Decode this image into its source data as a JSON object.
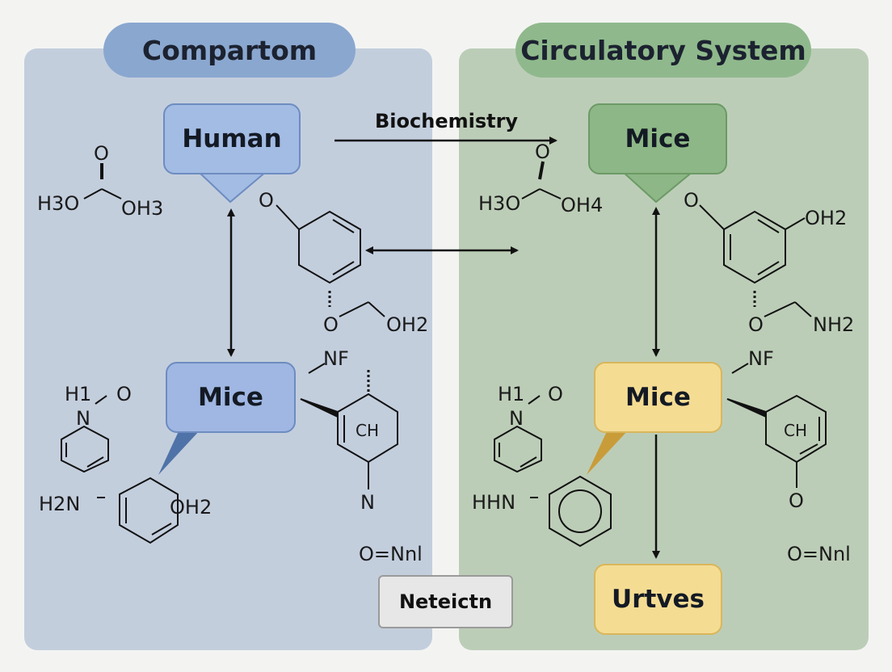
{
  "compartments": {
    "left": {
      "title": "Compartom",
      "color": "#c3cedd",
      "header_color": "#8aa7cf"
    },
    "right": {
      "title": "Circulatory System",
      "color": "#bccdb7",
      "header_color": "#8fb98c"
    }
  },
  "nodes": {
    "human": "Human",
    "mice_left": "Mice",
    "mice_green": "Mice",
    "mice_yellow": "Mice",
    "urtves": "Urtves",
    "neteictn": "Neteictn"
  },
  "edges": {
    "biochemistry_label": "Biochemistry"
  },
  "chem_labels": {
    "left_o_top": "O",
    "left_h3o": "H3O",
    "left_oh3": "OH3",
    "left_ring_o": "O",
    "left_o_chain": "O",
    "left_oh2_chain": "OH2",
    "left_nf": "NF",
    "left_h1": "H1",
    "left_n_pyr": "N",
    "left_o_pyr": "O",
    "left_h2n": "H2N",
    "left_oh2_ring": "OH2",
    "left_ch": "CH",
    "left_n_low": "N",
    "left_onnl": "O=Nnl",
    "right_o_top": "O",
    "right_h3o": "H3O",
    "right_oh4": "OH4",
    "right_ring_o": "O",
    "right_oh2": "OH2",
    "right_o_chain": "O",
    "right_nh2": "NH2",
    "right_nf": "NF",
    "right_h1": "H1",
    "right_n_pyr": "N",
    "right_o_pyr": "O",
    "right_hhn": "HHN",
    "right_ch": "CH",
    "right_o_low": "O",
    "right_onnl": "O=Nnl"
  },
  "colors": {
    "blue_node": "#a3bce4",
    "green_node": "#8db786",
    "yellow_node": "#f4dc93",
    "arrow": "#111111"
  }
}
